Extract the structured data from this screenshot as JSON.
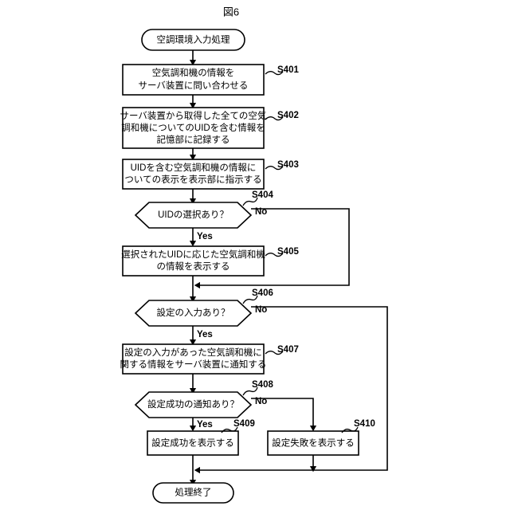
{
  "figure": {
    "title": "図6"
  },
  "flowchart": {
    "start": {
      "label": "空調環境入力処理",
      "shape": "terminator"
    },
    "end": {
      "label": "処理終了",
      "shape": "terminator"
    },
    "steps": [
      {
        "id": "S401",
        "tag": "S401",
        "shape": "process",
        "lines": [
          "空気調和機の情報を",
          "サーバ装置に問い合わせる"
        ]
      },
      {
        "id": "S402",
        "tag": "S402",
        "shape": "process",
        "lines": [
          "サーバ装置から取得した全ての空気",
          "調和機についてのUIDを含む情報を",
          "記憶部に記録する"
        ]
      },
      {
        "id": "S403",
        "tag": "S403",
        "shape": "process",
        "lines": [
          "UIDを含む空気調和機の情報に",
          "ついての表示を表示部に指示する"
        ]
      },
      {
        "id": "S404",
        "tag": "S404",
        "shape": "decision",
        "lines": [
          "UIDの選択あり？"
        ],
        "yes_label": "Yes",
        "no_label": "No"
      },
      {
        "id": "S405",
        "tag": "S405",
        "shape": "process",
        "lines": [
          "選択されたUIDに応じた空気調和機",
          "の情報を表示する"
        ]
      },
      {
        "id": "S406",
        "tag": "S406",
        "shape": "decision",
        "lines": [
          "設定の入力あり？"
        ],
        "yes_label": "Yes",
        "no_label": "No"
      },
      {
        "id": "S407",
        "tag": "S407",
        "shape": "process",
        "lines": [
          "設定の入力があった空気調和機に",
          "関する情報をサーバ装置に通知する"
        ]
      },
      {
        "id": "S408",
        "tag": "S408",
        "shape": "decision",
        "lines": [
          "設定成功の通知あり？"
        ],
        "yes_label": "Yes",
        "no_label": "No"
      },
      {
        "id": "S409",
        "tag": "S409",
        "shape": "process",
        "lines": [
          "設定成功を表示する"
        ]
      },
      {
        "id": "S410",
        "tag": "S410",
        "shape": "process",
        "lines": [
          "設定失敗を表示する"
        ]
      }
    ],
    "colors": {
      "stroke": "#000000",
      "fill": "#ffffff",
      "background": "#ffffff"
    }
  }
}
